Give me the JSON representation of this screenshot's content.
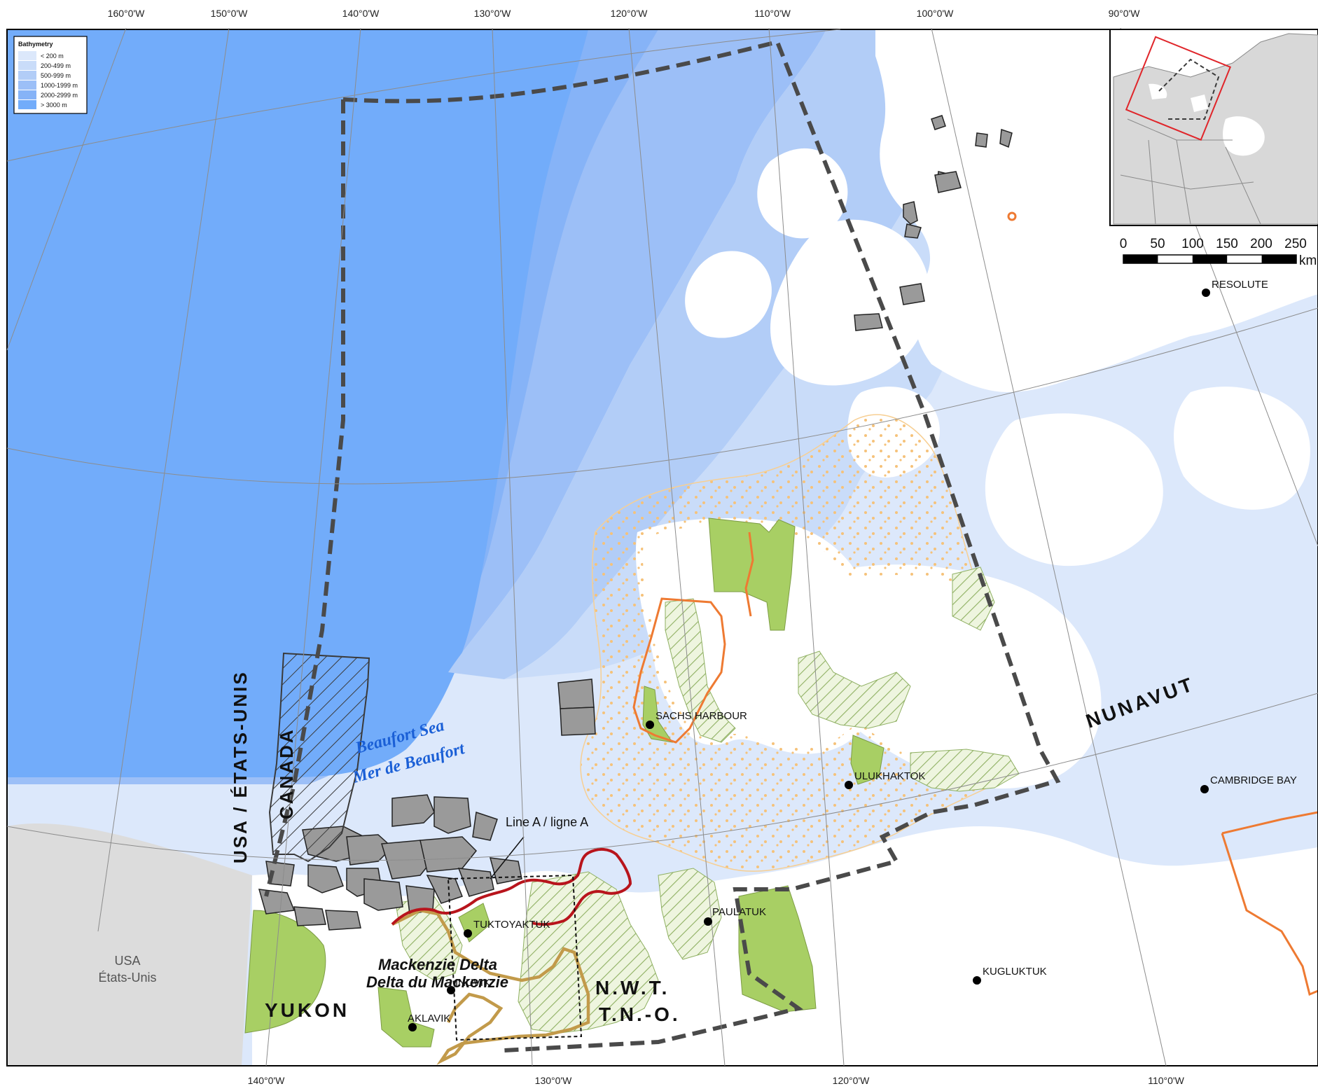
{
  "graticule": {
    "top": [
      "160°0'W",
      "150°0'W",
      "140°0'W",
      "130°0'W",
      "120°0'W",
      "110°0'W",
      "100°0'W",
      "90°0'W"
    ],
    "bottom": [
      "140°0'W",
      "130°0'W",
      "120°0'W",
      "110°0'W"
    ]
  },
  "legend": {
    "title": "Bathymetry",
    "items": [
      {
        "label": "< 200 m",
        "color": "#dce8fb"
      },
      {
        "label": "200-499 m",
        "color": "#c9dcf9"
      },
      {
        "label": "500-999 m",
        "color": "#b2cdf7"
      },
      {
        "label": "1000-1999 m",
        "color": "#9cbff7"
      },
      {
        "label": "2000-2999 m",
        "color": "#86b3f7"
      },
      {
        "label": "> 3000 m",
        "color": "#72acfa"
      }
    ]
  },
  "scale_bar": {
    "ticks": [
      "0",
      "50",
      "100",
      "150",
      "200",
      "250"
    ],
    "unit": "km"
  },
  "places": [
    {
      "key": "resolute",
      "label": "RESOLUTE"
    },
    {
      "key": "sachs",
      "label": "SACHS HARBOUR"
    },
    {
      "key": "ulukhaktok",
      "label": "ULUKHAKTOK"
    },
    {
      "key": "cambridge",
      "label": "CAMBRIDGE BAY"
    },
    {
      "key": "paulatuk",
      "label": "PAULATUK"
    },
    {
      "key": "tuktoyaktuk",
      "label": "TUKTOYAKTUK"
    },
    {
      "key": "inuvik",
      "label": "INUVIK"
    },
    {
      "key": "aklavik",
      "label": "AKLAVIK"
    },
    {
      "key": "kugluktuk",
      "label": "KUGLUKTUK"
    }
  ],
  "labels": {
    "nunavut": "NUNAVUT",
    "yukon": "YUKON",
    "nwt_line1": "N.W.T.",
    "nwt_line2": "T.N.-O.",
    "usa_line1": "USA",
    "usa_line2": "États-Unis",
    "boundary_usa": "USA / ÉTATS-UNIS",
    "boundary_canada": "CANADA",
    "sea_line1": "Beaufort Sea",
    "sea_line2": "Mer de Beaufort",
    "delta_line1": "Mackenzie Delta",
    "delta_line2": "Delta du Mackenzie",
    "line_a": "Line A / ligne A"
  },
  "colors": {
    "deep_ocean": "#72acfa",
    "shelf": "#dce8fb",
    "land": "#ffffff",
    "usa_land": "#dcdcdc",
    "protected_green": "#a8cf64",
    "lease_gray": "#9a9a9a",
    "boundary_dash": "#4a4a4a",
    "red_line": "#b8141c",
    "orange_line": "#ee7a32",
    "tan_line": "#c29a4a",
    "dots": "#f5c27a",
    "inset_red": "#e0252a"
  }
}
